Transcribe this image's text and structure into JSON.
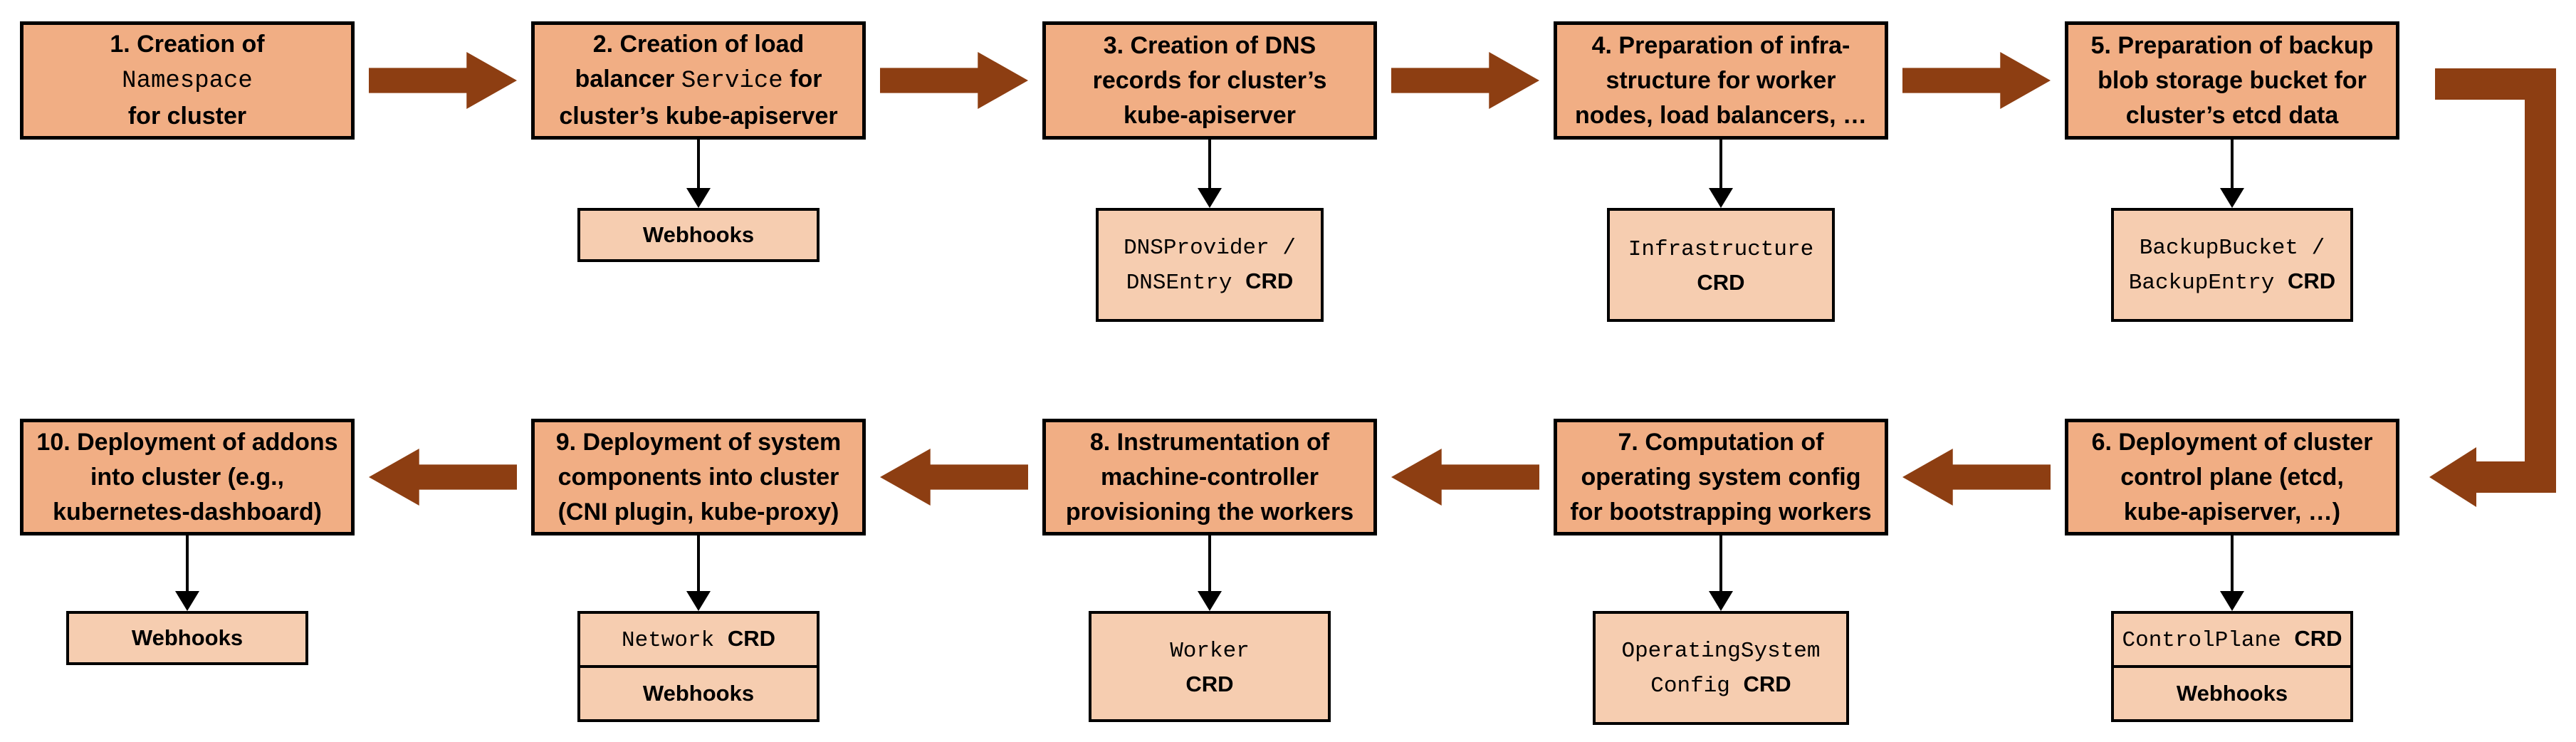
{
  "colors": {
    "node_fill": "#F1AE84",
    "sub_fill": "#F6CDB0",
    "arrow_brown": "#8D3E12",
    "border": "#000000"
  },
  "steps": [
    {
      "num": "1",
      "lines": [
        [
          {
            "t": "1. Creation of"
          }
        ],
        [
          {
            "t": "Namespace",
            "s": "mono"
          }
        ],
        [
          {
            "t": "for cluster"
          }
        ]
      ]
    },
    {
      "num": "2",
      "lines": [
        [
          {
            "t": "2. Creation of load"
          }
        ],
        [
          {
            "t": "balancer "
          },
          {
            "t": "Service",
            "s": "mono"
          },
          {
            "t": " for"
          }
        ],
        [
          {
            "t": "cluster’s kube-apiserver"
          }
        ]
      ],
      "sub": {
        "cells": [
          {
            "lines": [
              [
                {
                  "t": "Webhooks"
                }
              ]
            ]
          }
        ]
      }
    },
    {
      "num": "3",
      "lines": [
        [
          {
            "t": "3. Creation of DNS"
          }
        ],
        [
          {
            "t": "records for cluster’s"
          }
        ],
        [
          {
            "t": "kube-apiserver"
          }
        ]
      ],
      "sub": {
        "cells": [
          {
            "lines": [
              [
                {
                  "t": "DNSProvider /",
                  "s": "mono"
                }
              ],
              [
                {
                  "t": "DNSEntry ",
                  "s": "mono"
                },
                {
                  "t": "CRD",
                  "s": "crd"
                }
              ]
            ]
          }
        ]
      }
    },
    {
      "num": "4",
      "lines": [
        [
          {
            "t": "4. Preparation of infra-"
          }
        ],
        [
          {
            "t": "structure for worker"
          }
        ],
        [
          {
            "t": "nodes, load balancers, …"
          }
        ]
      ],
      "sub": {
        "cells": [
          {
            "lines": [
              [
                {
                  "t": "Infrastructure",
                  "s": "mono"
                }
              ],
              [
                {
                  "t": "CRD",
                  "s": "crd"
                }
              ]
            ]
          }
        ]
      }
    },
    {
      "num": "5",
      "lines": [
        [
          {
            "t": "5. Preparation of backup"
          }
        ],
        [
          {
            "t": "blob storage bucket for"
          }
        ],
        [
          {
            "t": "cluster’s etcd data"
          }
        ]
      ],
      "sub": {
        "cells": [
          {
            "lines": [
              [
                {
                  "t": "BackupBucket /",
                  "s": "mono"
                }
              ],
              [
                {
                  "t": "BackupEntry ",
                  "s": "mono"
                },
                {
                  "t": "CRD",
                  "s": "crd"
                }
              ]
            ]
          }
        ]
      }
    },
    {
      "num": "6",
      "lines": [
        [
          {
            "t": "6. Deployment of cluster"
          }
        ],
        [
          {
            "t": "control plane (etcd,"
          }
        ],
        [
          {
            "t": "kube-apiserver, …)"
          }
        ]
      ],
      "sub": {
        "cells": [
          {
            "lines": [
              [
                {
                  "t": "ControlPlane ",
                  "s": "mono"
                },
                {
                  "t": "CRD",
                  "s": "crd"
                }
              ]
            ]
          },
          {
            "lines": [
              [
                {
                  "t": "Webhooks"
                }
              ]
            ]
          }
        ]
      }
    },
    {
      "num": "7",
      "lines": [
        [
          {
            "t": "7. Computation of"
          }
        ],
        [
          {
            "t": "operating system config"
          }
        ],
        [
          {
            "t": "for bootstrapping workers"
          }
        ]
      ],
      "sub": {
        "cells": [
          {
            "lines": [
              [
                {
                  "t": "OperatingSystem",
                  "s": "mono"
                }
              ],
              [
                {
                  "t": "Config ",
                  "s": "mono"
                },
                {
                  "t": "CRD",
                  "s": "crd"
                }
              ]
            ]
          }
        ]
      }
    },
    {
      "num": "8",
      "lines": [
        [
          {
            "t": "8. Instrumentation of"
          }
        ],
        [
          {
            "t": "machine-controller"
          }
        ],
        [
          {
            "t": "provisioning the workers"
          }
        ]
      ],
      "sub": {
        "cells": [
          {
            "lines": [
              [
                {
                  "t": "Worker",
                  "s": "mono"
                }
              ],
              [
                {
                  "t": "CRD",
                  "s": "crd"
                }
              ]
            ]
          }
        ]
      }
    },
    {
      "num": "9",
      "lines": [
        [
          {
            "t": "9. Deployment of system"
          }
        ],
        [
          {
            "t": "components into cluster"
          }
        ],
        [
          {
            "t": "(CNI plugin, kube-proxy)"
          }
        ]
      ],
      "sub": {
        "cells": [
          {
            "lines": [
              [
                {
                  "t": "Network ",
                  "s": "mono"
                },
                {
                  "t": "CRD",
                  "s": "crd"
                }
              ]
            ]
          },
          {
            "lines": [
              [
                {
                  "t": "Webhooks"
                }
              ]
            ]
          }
        ]
      }
    },
    {
      "num": "10",
      "lines": [
        [
          {
            "t": "10. Deployment of addons"
          }
        ],
        [
          {
            "t": "into cluster (e.g.,"
          }
        ],
        [
          {
            "t": "kubernetes-dashboard)"
          }
        ]
      ],
      "sub": {
        "cells": [
          {
            "lines": [
              [
                {
                  "t": "Webhooks"
                }
              ]
            ]
          }
        ]
      }
    }
  ]
}
